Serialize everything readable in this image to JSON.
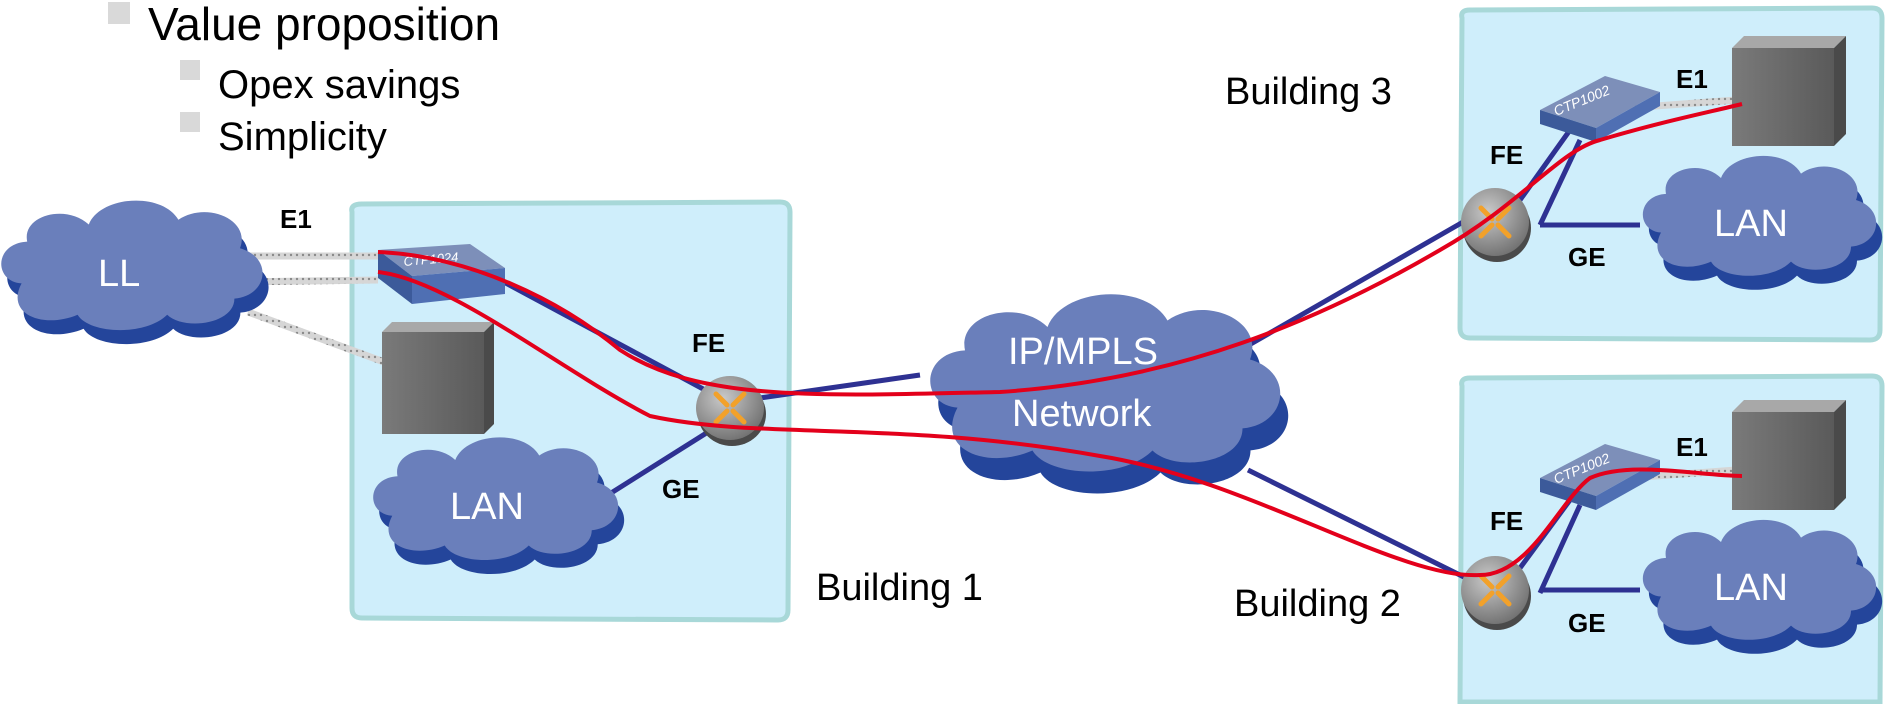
{
  "bullets": {
    "main": "Value proposition",
    "subs": [
      "Opex savings",
      "Simplicity"
    ]
  },
  "buildings": {
    "b1": "Building 1",
    "b2": "Building 2",
    "b3": "Building 3"
  },
  "clouds": {
    "ll": "LL",
    "lan1": "LAN",
    "lan2": "LAN",
    "lan3": "LAN",
    "core_line1": "IP/MPLS",
    "core_line2": "Network"
  },
  "links": {
    "e1_b1": "E1",
    "fe_b1": "FE",
    "ge_b1": "GE",
    "e1_b3": "E1",
    "fe_b3": "FE",
    "ge_b3": "GE",
    "e1_b2": "E1",
    "fe_b2": "FE",
    "ge_b2": "GE"
  },
  "devices": {
    "ctp_b1": "CTP1024",
    "ctp_b3": "CTP1002",
    "ctp_b2": "CTP1002"
  },
  "colors": {
    "building_fill": "#cfeefb",
    "building_border": "#a8d8d8",
    "cloud": "#6a7fbb",
    "cloud_shadow": "#24459b",
    "link": "#2e3192",
    "circuit": "#e3001b",
    "server": "#6e6e6e"
  },
  "icons": {
    "router": "router-icon",
    "server": "server-icon",
    "ctp": "ctp-device-icon",
    "bullet": "square-bullet-icon"
  }
}
